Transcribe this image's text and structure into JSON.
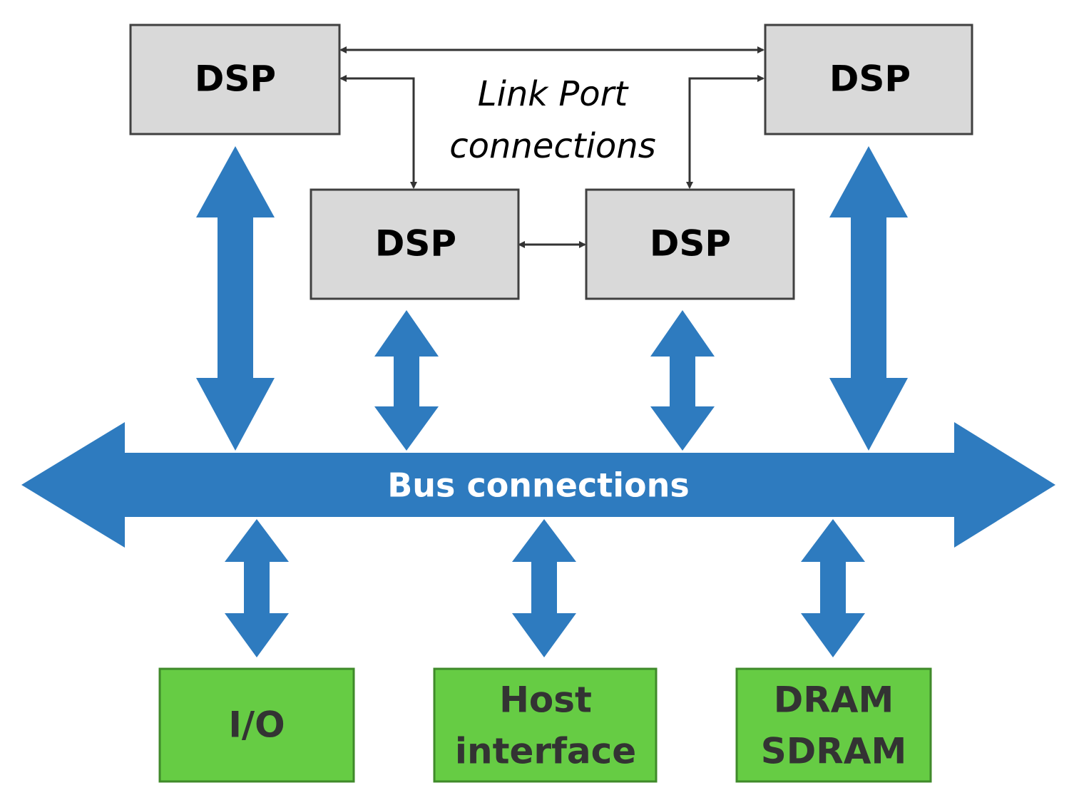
{
  "colors": {
    "dsp_fill": "#d9d9d9",
    "dsp_stroke": "#404040",
    "peripheral_fill": "#66cc44",
    "peripheral_stroke": "#3f8a2a",
    "peripheral_text": "#333333",
    "bus_blue": "#2e7bbf",
    "bus_text": "#ffffff",
    "line": "#333333",
    "text": "#000000"
  },
  "dsp_nodes": [
    {
      "id": "dsp-top-left",
      "label": "DSP"
    },
    {
      "id": "dsp-top-right",
      "label": "DSP"
    },
    {
      "id": "dsp-mid-left",
      "label": "DSP"
    },
    {
      "id": "dsp-mid-right",
      "label": "DSP"
    }
  ],
  "link_port": {
    "line1": "Link Port",
    "line2": "connections"
  },
  "bus": {
    "label": "Bus connections"
  },
  "peripherals": [
    {
      "id": "io",
      "lines": [
        "I/O"
      ]
    },
    {
      "id": "host-interface",
      "lines": [
        "Host",
        "interface"
      ]
    },
    {
      "id": "dram-sdram",
      "lines": [
        "DRAM",
        "SDRAM"
      ]
    }
  ]
}
